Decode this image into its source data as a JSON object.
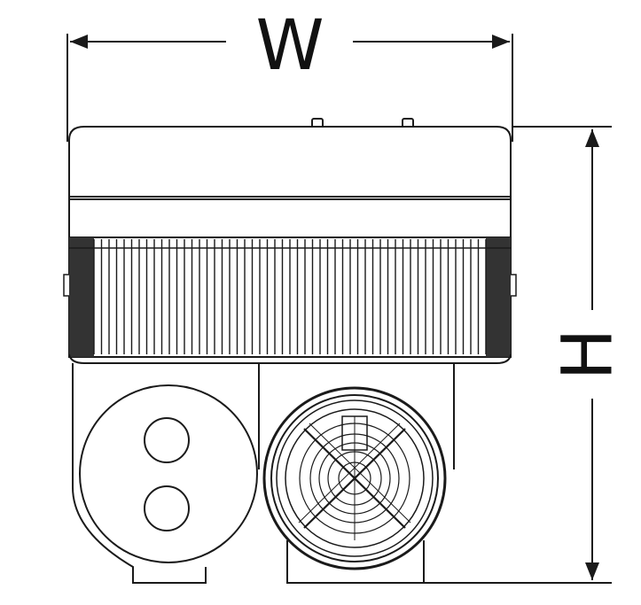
{
  "dimensions": {
    "width_label": "W",
    "height_label": "H"
  },
  "ribs": 52,
  "colors": {
    "line": "#1a1a1a",
    "background": "#ffffff"
  }
}
